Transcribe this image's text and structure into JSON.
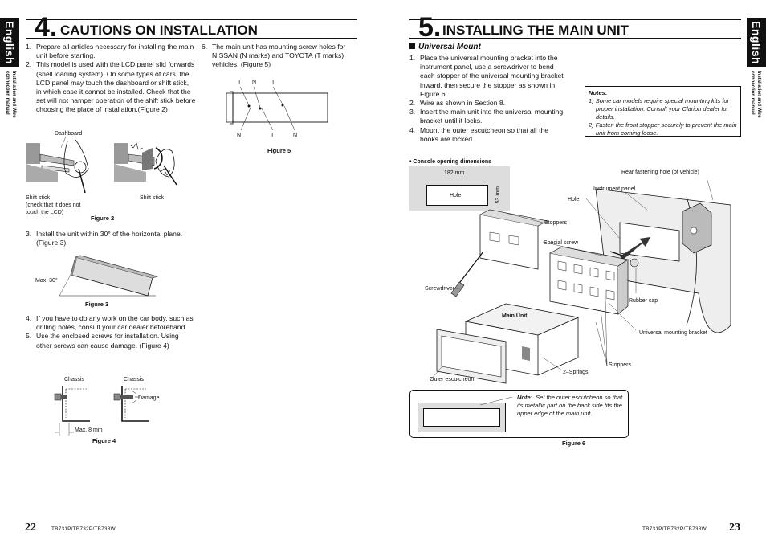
{
  "side_tab": {
    "language": "English",
    "subtitle": "Installation and Wire connection manual"
  },
  "left": {
    "section_number": "4.",
    "section_title": "CAUTIONS ON INSTALLATION",
    "items_a": [
      {
        "n": "1.",
        "text": "Prepare all articles necessary for installing the main unit before starting."
      },
      {
        "n": "2.",
        "text": "This model is used with the LCD panel slid forwards (shell loading system). On some types of cars, the LCD panel may touch the dashboard or shift stick, in which case it cannot be installed. Check that the set will not hamper operation of the shift stick before choosing the place of installation.(Figure 2)"
      }
    ],
    "item_6": {
      "n": "6.",
      "text": "The main unit has mounting screw holes for NISSAN (N marks) and TOYOTA (T marks) vehicles. (Figure 5)"
    },
    "item_3": {
      "n": "3.",
      "text": "Install the unit within 30° of the horizontal plane. (Figure 3)"
    },
    "items_b": [
      {
        "n": "4.",
        "text": "If you have to do any work on the car body, such as drilling holes, consult your car dealer beforehand."
      },
      {
        "n": "5.",
        "text": "Use the enclosed screws for installation. Using other screws can cause damage. (Figure 4)"
      }
    ],
    "fig2": {
      "caption": "Figure 2",
      "dashboard": "Dashboard",
      "shift_stick_left": "Shift stick",
      "shift_note": "(check that it does not touch the LCD)",
      "shift_stick_right": "Shift stick"
    },
    "fig3": {
      "caption": "Figure 3",
      "angle": "Max. 30°"
    },
    "fig4": {
      "caption": "Figure 4",
      "chassis_left": "Chassis",
      "chassis_right": "Chassis",
      "damage": "Damage",
      "max": "Max. 8 mm"
    },
    "fig5": {
      "caption": "Figure 5",
      "top_marks": [
        "T",
        "N",
        "T"
      ],
      "bottom_marks": [
        "N",
        "T",
        "N"
      ]
    },
    "page_number": "22",
    "model": "TB731P/TB732P/TB733W"
  },
  "right": {
    "section_number": "5.",
    "section_title": "INSTALLING THE MAIN UNIT",
    "subheading": "Universal Mount",
    "items": [
      {
        "n": "1.",
        "text": "Place the universal mounting bracket into the instrument panel, use a screwdriver to bend each stopper of the universal mounting bracket inward, then secure the stopper as shown in Figure 6."
      },
      {
        "n": "2.",
        "text": "Wire as shown in Section 8."
      },
      {
        "n": "3.",
        "text": "Insert the main unit into the universal mounting bracket until it locks."
      },
      {
        "n": "4.",
        "text": "Mount the outer escutcheon so that all the hooks are locked."
      }
    ],
    "notes": {
      "title": "Notes:",
      "lines": [
        "1) Some car models require special mounting kits for proper installation. Consult your Clarion dealer for details.",
        "2) Fasten the front stopper securely to prevent the main unit from coming loose."
      ]
    },
    "fig6": {
      "caption": "Figure 6",
      "console_title": "• Console opening dimensions",
      "width": "182 mm",
      "hole": "Hole",
      "height": "53 mm",
      "rear_hole": "Rear fastening hole (of vehicle)",
      "instrument_panel": "Instrument panel",
      "hole2": "Hole",
      "stoppers": "Stoppers",
      "special_screw": "Special screw",
      "screwdriver": "Screwdriver",
      "main_unit": "Main Unit",
      "rubber_cap": "Rubber cap",
      "bracket": "Universal mounting bracket",
      "springs": "2–Springs",
      "stoppers2": "Stoppers",
      "escutcheon": "Outer escutcheon",
      "note_label": "Note:",
      "note_text": "Set the outer escutcheon so that its metallic part on the back side fits the upper edge of the main unit."
    },
    "page_number": "23",
    "model": "TB731P/TB732P/TB733W"
  }
}
